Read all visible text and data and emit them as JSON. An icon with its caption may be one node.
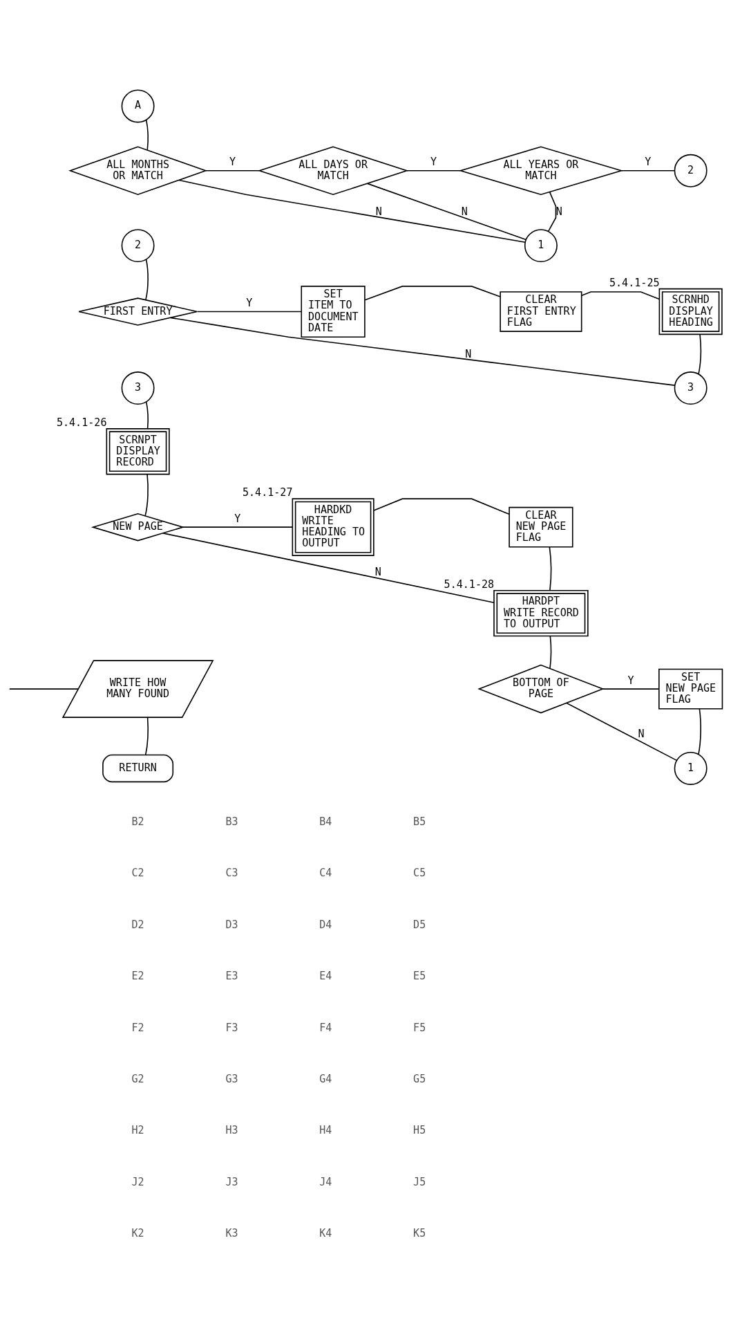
{
  "diagram": {
    "nodes": [
      {
        "text": [
          "A"
        ]
      },
      {
        "text": [
          "ALL MONTHS OR MATCH"
        ]
      },
      {
        "text": [
          "ALL DAYS OR MATCH"
        ]
      },
      {
        "text": [
          "ALL YEARS OR MATCH"
        ]
      },
      {
        "text": [
          "2"
        ]
      },
      {
        "text": [
          "1"
        ]
      },
      {
        "text": [
          "2"
        ]
      },
      {
        "text": [
          "FIRST ENTRY"
        ]
      },
      {
        "text": [
          "SET",
          "ITEM TO DOCUMENT DATE"
        ]
      },
      {
        "text": [
          "CLEAR",
          "FIRST ENTRY FLAG"
        ]
      },
      {
        "text": [
          "SCRNHD",
          "DISPLAY HEADING"
        ],
        "beside": [
          "5.4.1-25"
        ]
      },
      {
        "text": [
          "3"
        ]
      },
      {
        "text": [
          "3"
        ]
      },
      {
        "text": [
          "SCRNPT",
          "DISPLAY RECORD"
        ],
        "beside": [
          "5.4.1-26"
        ]
      },
      {
        "text": [
          "NEW PAGE"
        ]
      },
      {
        "text": [
          "HARDKD",
          "WRITE HEADING TO OUTPUT"
        ],
        "beside": [
          "5.4.1-27"
        ]
      },
      {
        "text": [
          "CLEAR",
          "NEW PAGE FLAG"
        ]
      },
      {
        "text": [
          "HARDPT",
          "WRITE RECORD TO OUTPUT"
        ],
        "beside": [
          "5.4.1-28"
        ]
      },
      {
        "text": [
          "BOTTOM OF PAGE"
        ]
      },
      {
        "text": [
          "SET",
          "NEW PAGE FLAG"
        ]
      },
      {
        "text": [
          "1"
        ]
      },
      {
        "text": [
          "WRITE HOW MANY FOUND"
        ]
      },
      {
        "text": [
          "RETURN"
        ]
      }
    ],
    "edges": [
      {
        "from": 0,
        "to": 1,
        "arrow": "none"
      },
      {
        "from": 1,
        "to": 2,
        "arrow": "none",
        "label": "Y"
      },
      {
        "from": 2,
        "to": 3,
        "arrow": "none",
        "label": "Y"
      },
      {
        "from": 3,
        "to": 4,
        "arrow": "none",
        "label": "Y"
      },
      {
        "from": 1,
        "to": 5,
        "arrow": "none",
        "label": "N"
      },
      {
        "from": 2,
        "to": 5,
        "arrow": "none",
        "label": "N"
      },
      {
        "from": 3,
        "to": 5,
        "arrow": "none",
        "label": "N"
      },
      {
        "from": 6,
        "to": 7,
        "arrow": "none"
      },
      {
        "from": 7,
        "to": 8,
        "arrow": "none",
        "label": "Y"
      },
      {
        "from": 8,
        "to": 9,
        "arrow": "none"
      },
      {
        "from": 9,
        "to": 10,
        "arrow": "none"
      },
      {
        "from": 7,
        "to": 11,
        "arrow": "none",
        "label": "N"
      },
      {
        "from": 10,
        "to": 11,
        "arrow": "none"
      },
      {
        "from": 12,
        "to": 13,
        "arrow": "none"
      },
      {
        "from": 13,
        "to": 14,
        "arrow": "none"
      },
      {
        "from": 14,
        "to": 15,
        "arrow": "none",
        "label": "Y"
      },
      {
        "from": 15,
        "to": 16,
        "arrow": "none"
      },
      {
        "from": 14,
        "to": 17,
        "arrow": "none",
        "label": "N"
      },
      {
        "from": 16,
        "to": 17,
        "arrow": "none"
      },
      {
        "from": 17,
        "to": 18,
        "arrow": "none"
      },
      {
        "from": 18,
        "to": 19,
        "arrow": "none",
        "label": "Y"
      },
      {
        "from": 18,
        "to": 20,
        "arrow": "none",
        "label": "N"
      },
      {
        "from": 19,
        "to": 20,
        "arrow": "none"
      },
      {
        "from": null,
        "to": 21,
        "arrow": "none"
      },
      {
        "from": 21,
        "to": 22,
        "arrow": "none"
      }
    ],
    "labels": [
      "B2",
      "B3",
      "B4",
      "B5",
      "C2",
      "C3",
      "C4",
      "C5",
      "D2",
      "D3",
      "D4",
      "D5",
      "E2",
      "E3",
      "E4",
      "E5",
      "F2",
      "F3",
      "F4",
      "F5",
      "G2",
      "G3",
      "G4",
      "G5",
      "H2",
      "H3",
      "H4",
      "H5",
      "J2",
      "J3",
      "J4",
      "J5",
      "K2",
      "K3",
      "K4",
      "K5"
    ]
  }
}
